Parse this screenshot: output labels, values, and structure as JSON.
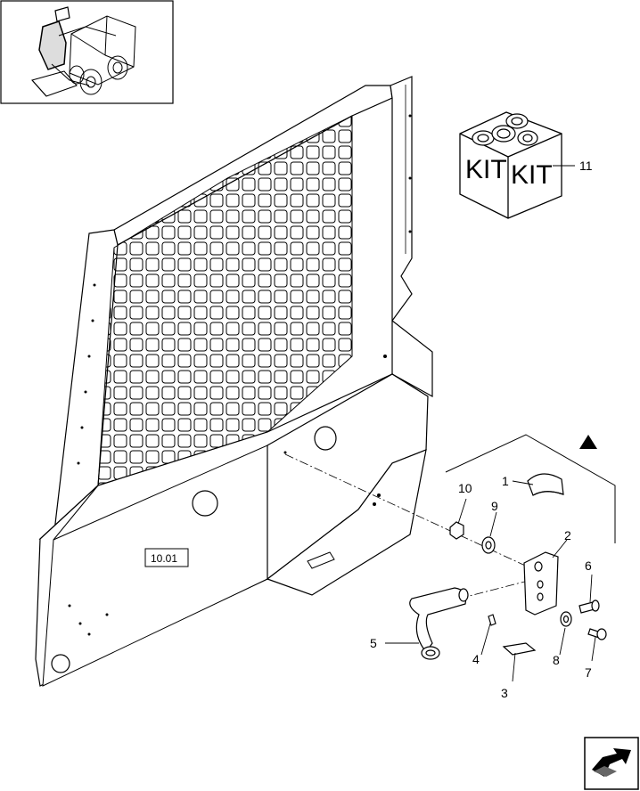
{
  "diagram": {
    "callouts": [
      {
        "id": "c1",
        "text": "1"
      },
      {
        "id": "c2",
        "text": "2"
      },
      {
        "id": "c3",
        "text": "3"
      },
      {
        "id": "c4",
        "text": "4"
      },
      {
        "id": "c5",
        "text": "5"
      },
      {
        "id": "c6",
        "text": "6"
      },
      {
        "id": "c7",
        "text": "7"
      },
      {
        "id": "c8",
        "text": "8"
      },
      {
        "id": "c9",
        "text": "9"
      },
      {
        "id": "c10",
        "text": "10"
      },
      {
        "id": "c11",
        "text": "11"
      }
    ],
    "kit_label": "KIT",
    "reference_box": "10.01",
    "icons": {
      "thumbnail": "skid-steer-loader-thumbnail",
      "triangle": "warning-triangle-icon",
      "next_page": "next-page-arrow-icon"
    }
  }
}
